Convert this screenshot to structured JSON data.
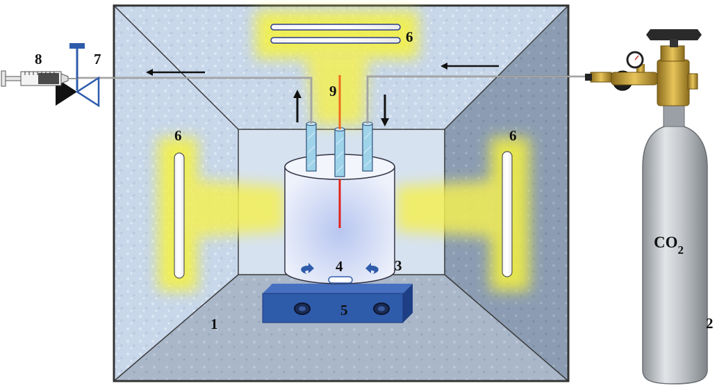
{
  "labels": {
    "chamber": "1",
    "cylinder": "2",
    "reactor": "3",
    "stir_bar": "4",
    "stirrer": "5",
    "lamp_top": "6",
    "lamp_left": "6",
    "lamp_right": "6",
    "valve": "7",
    "syringe": "8",
    "probe": "9",
    "gas_main": "CO",
    "gas_sub": "2"
  },
  "colors": {
    "frame": "#444444",
    "wall_light": "#c9d6e8",
    "wall_dark": "#8a9cb2",
    "floor": "#a8b6c8",
    "back_wall": "#d7e3f1",
    "glow": "#f4f03a",
    "stirrer": "#2f5bab",
    "probe": "#e0231c",
    "tube": "#9fd3ea",
    "cylinder": "#b4b8bc",
    "cylinder_cap": "#2a2a2a",
    "brass": "#c9a23a",
    "line": "#111111"
  },
  "icons": {
    "gas_cylinder": "gas-cylinder-icon",
    "syringe": "syringe-icon",
    "valve": "valve-icon",
    "pressure_gauge": "pressure-gauge-icon"
  }
}
